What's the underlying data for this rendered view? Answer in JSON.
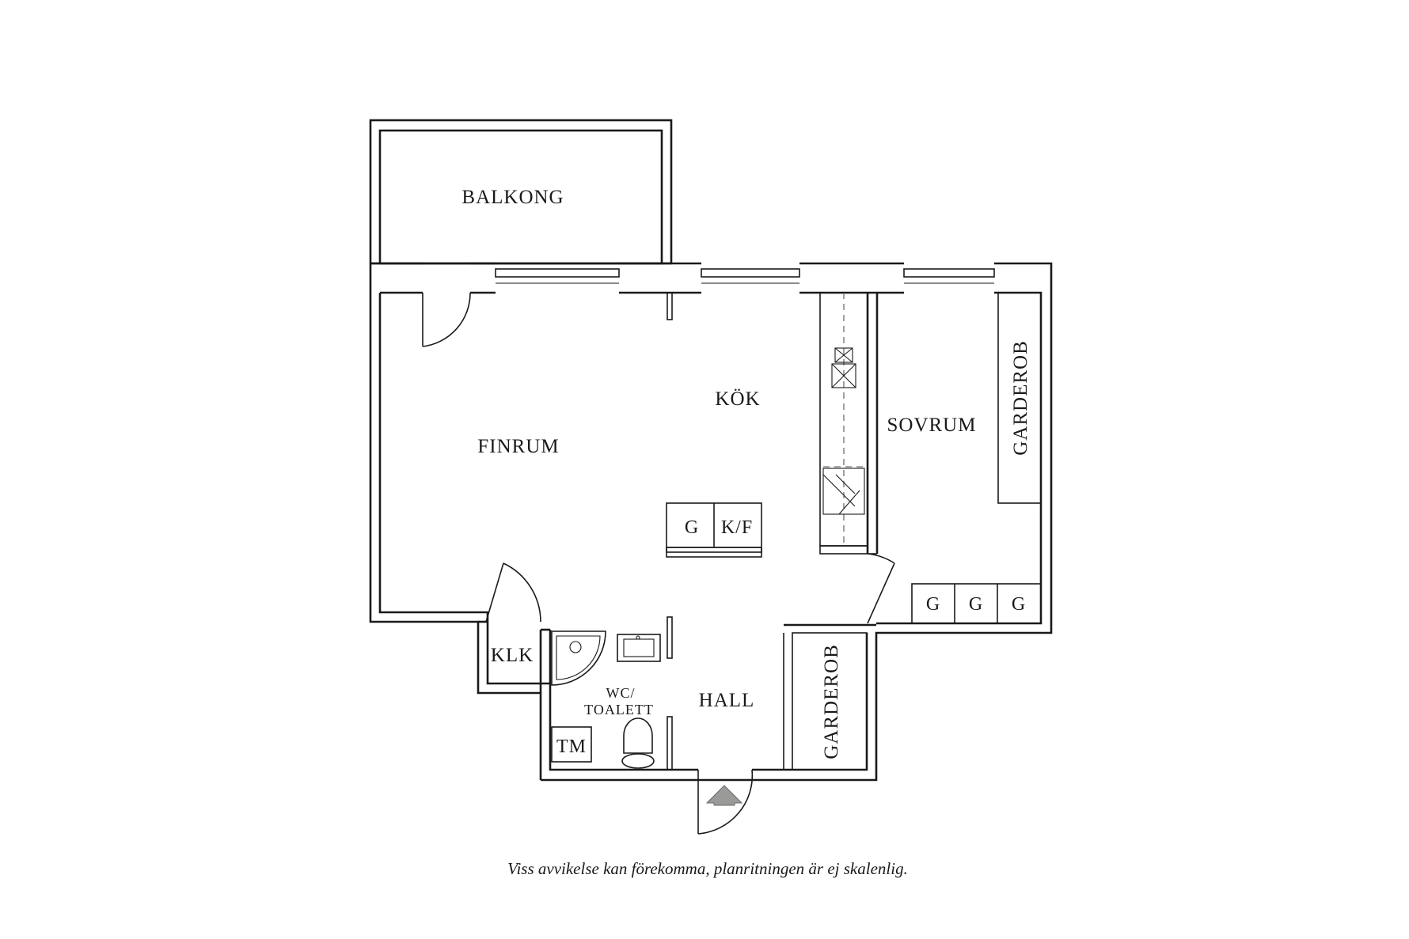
{
  "rooms": {
    "balkong": "BALKONG",
    "finrum": "FINRUM",
    "kok": "KÖK",
    "sovrum": "SOVRUM",
    "garderob_bedroom": "GARDEROB",
    "garderob_hall": "GARDEROB",
    "klk": "KLK",
    "wc_line1": "WC/",
    "wc_line2": "TOALETT",
    "hall": "HALL"
  },
  "fixtures": {
    "tm": "TM",
    "kitchen_g": "G",
    "kitchen_kf": "K/F",
    "bedroom_g1": "G",
    "bedroom_g2": "G",
    "bedroom_g3": "G"
  },
  "caption": "Viss avvikelse kan förekomma, planritningen är ej skalenlig.",
  "colors": {
    "line": "#1a1a1a",
    "entrance_arrow": "#9a9a98"
  },
  "icons": {
    "entrance": "entrance-arrow-icon"
  }
}
